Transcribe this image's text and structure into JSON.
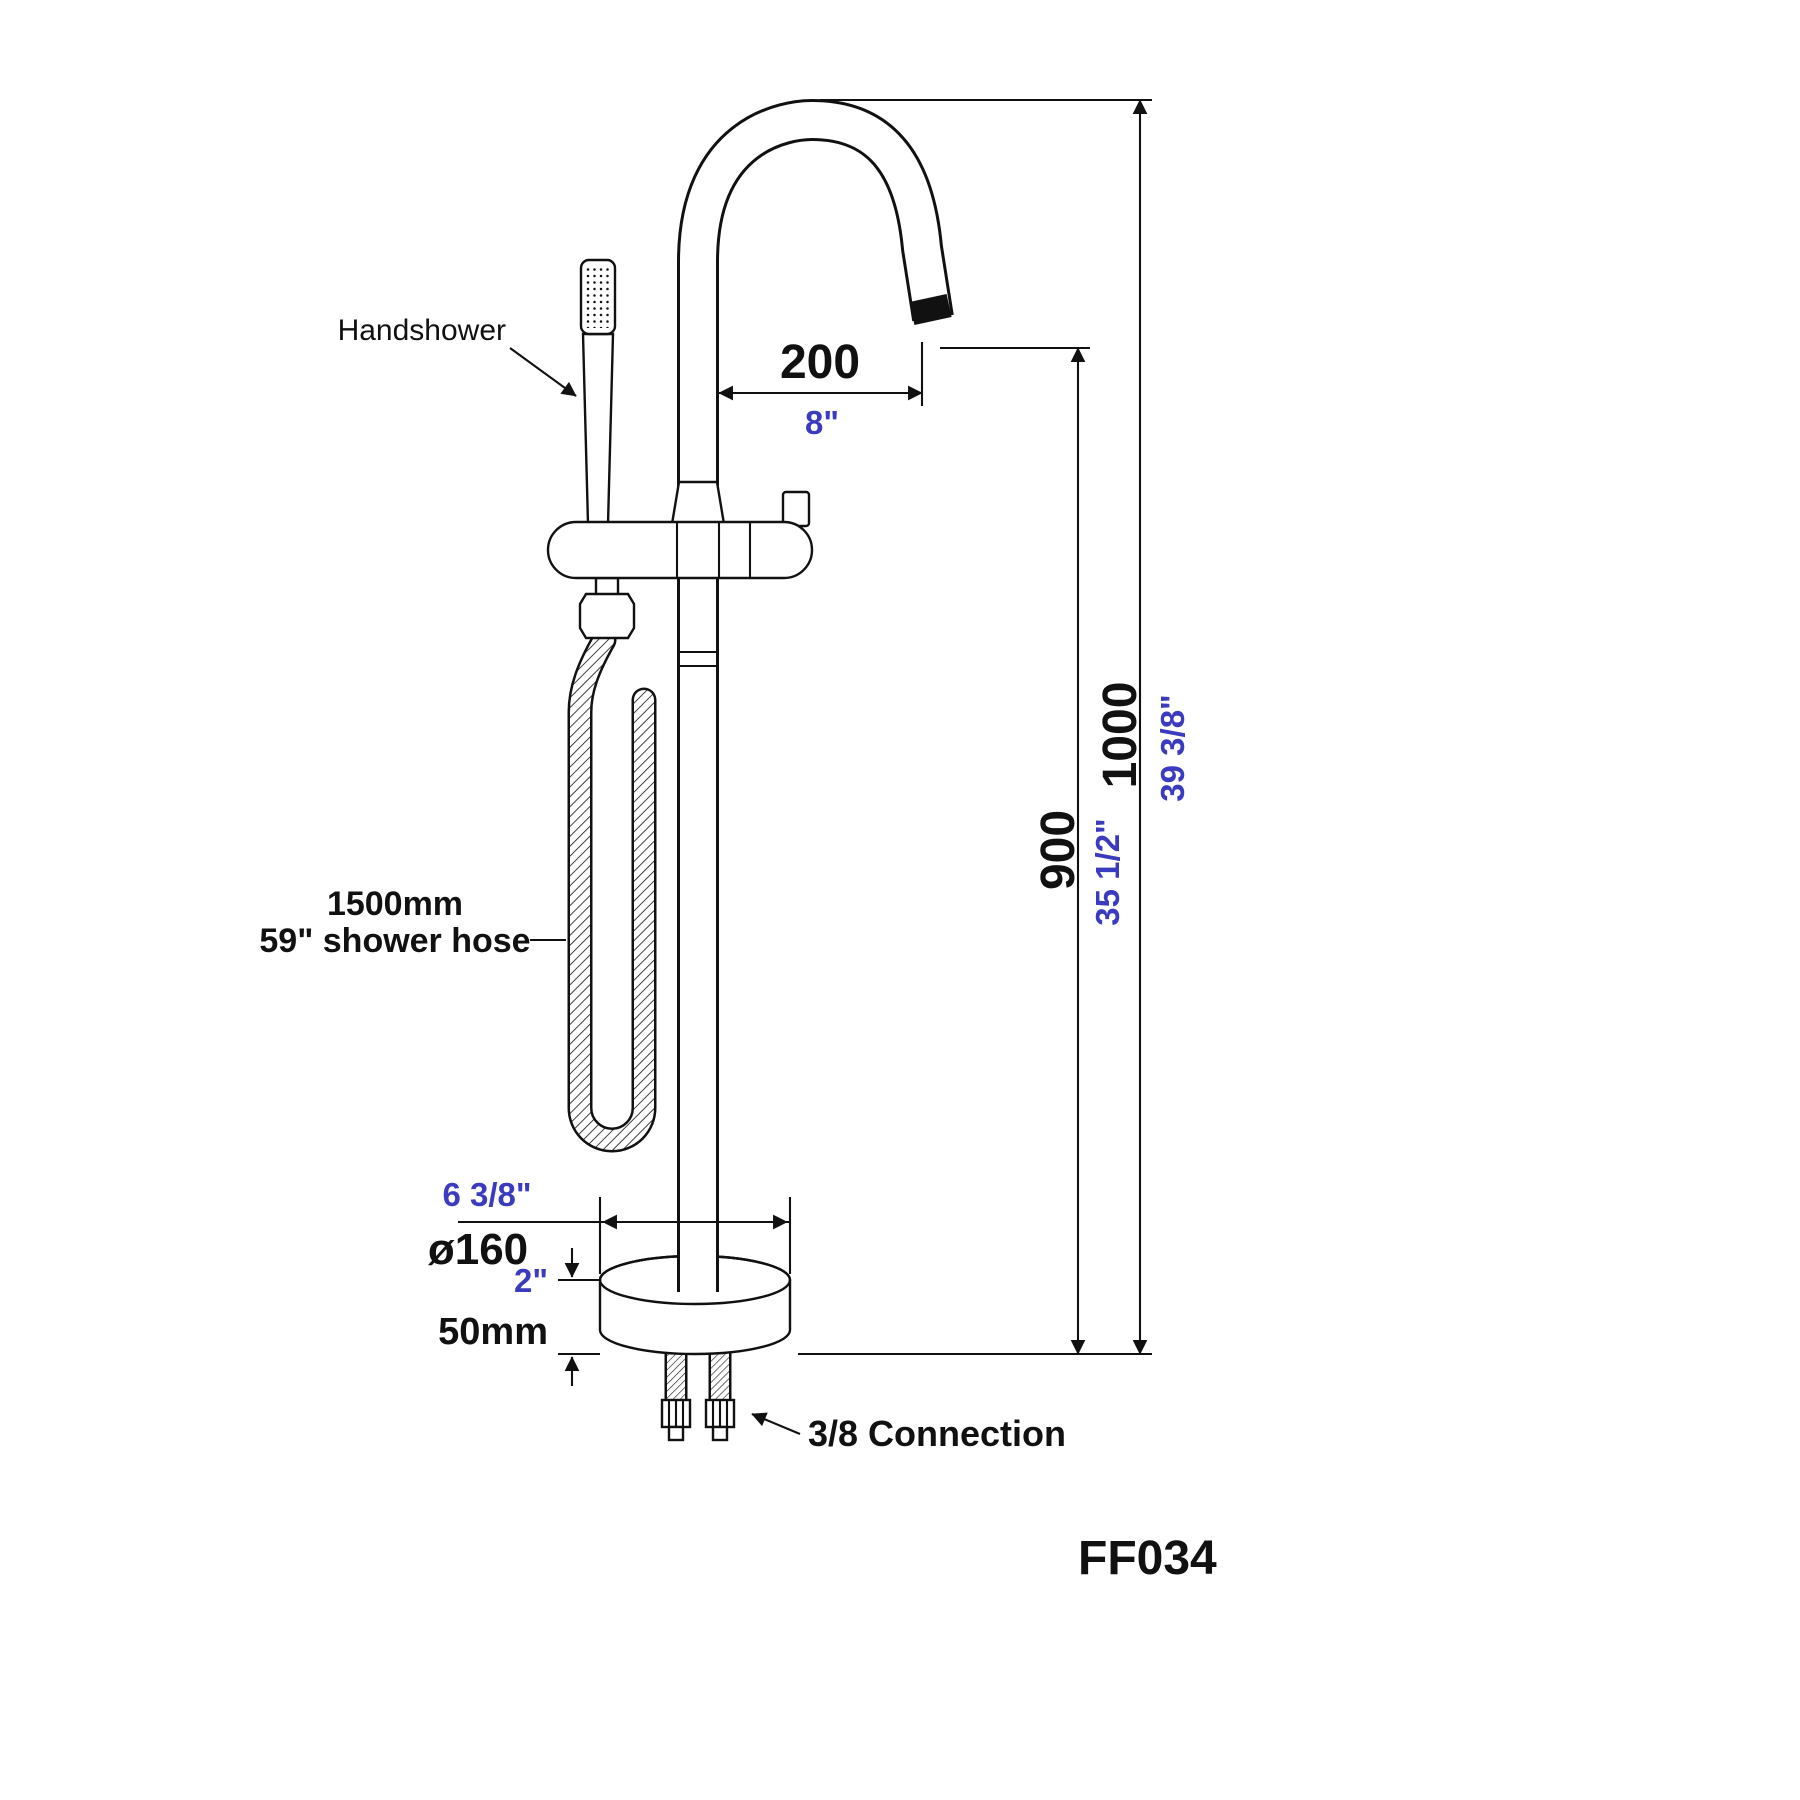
{
  "drawing": {
    "model": "FF034",
    "labels": {
      "handshower": "Handshower",
      "hose_mm": "1500mm",
      "hose_desc": "59\" shower hose",
      "connection": "3/8 Connection"
    },
    "dims": {
      "spout_reach_mm": "200",
      "spout_reach_in": "8\"",
      "spout_height_mm": "900",
      "spout_height_in": "35 1/2\"",
      "total_height_mm": "1000",
      "total_height_in": "39 3/8\"",
      "base_dia_in": "6 3/8\"",
      "base_dia_mm": "ø160",
      "base_height_in": "2\"",
      "base_height_mm": "50mm"
    },
    "colors": {
      "line": "#111111",
      "mm_text": "#111111",
      "inch_text": "#3b3bbf"
    }
  }
}
